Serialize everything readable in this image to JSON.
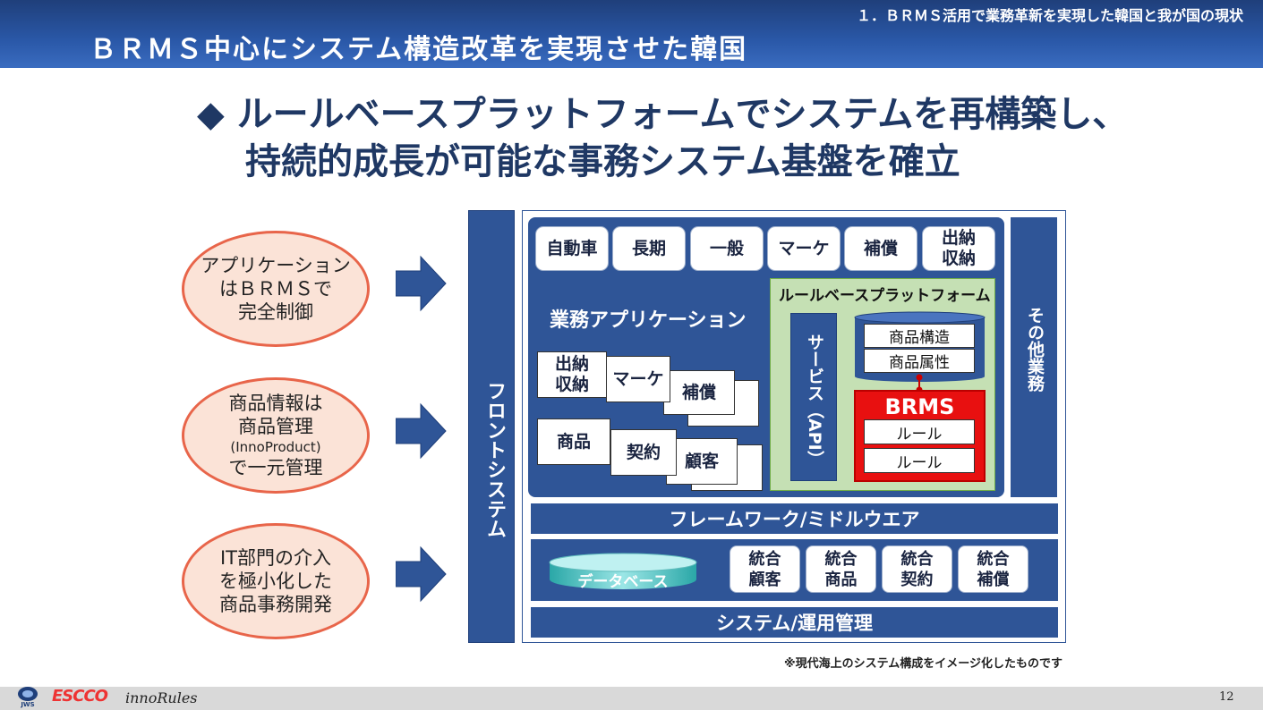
{
  "header": {
    "section": "１．ＢＲＭＳ活用で業務革新を実現した韓国と我が国の現状",
    "title": "ＢＲＭＳ中心にシステム構造改革を実現させた韓国"
  },
  "headline": {
    "line1": "◆ ルールベースプラットフォームでシステムを再構築し、",
    "line2": "持続的成長が可能な事務システム基盤を確立"
  },
  "bubbles": [
    {
      "lines": [
        "アプリケーション",
        "はＢＲＭＳで",
        "完全制御"
      ]
    },
    {
      "lines": [
        "商品情報は",
        "商品管理",
        "(InnoProduct)",
        "で一元管理"
      ]
    },
    {
      "lines": [
        "IT部門の介入",
        "を極小化した",
        "商品事務開発"
      ]
    }
  ],
  "diagram": {
    "front_system": "フロントシステム",
    "other_business": "その他業務",
    "top_tiles": [
      {
        "lines": [
          "自動車"
        ]
      },
      {
        "lines": [
          "長期"
        ]
      },
      {
        "lines": [
          "一般"
        ]
      },
      {
        "lines": [
          "マーケ"
        ]
      },
      {
        "lines": [
          "補償"
        ]
      },
      {
        "lines": [
          "出納",
          "収納"
        ]
      }
    ],
    "business_app_label": "業務アプリケーション",
    "app_cards": [
      {
        "lines": [
          "出納",
          "収納"
        ]
      },
      {
        "lines": [
          "マーケ"
        ]
      },
      {
        "lines": [
          "補償"
        ]
      },
      {
        "lines": [
          "商品"
        ]
      },
      {
        "lines": [
          "契約"
        ]
      },
      {
        "lines": [
          "顧客"
        ]
      }
    ],
    "platform": {
      "title": "ルールベースプラットフォーム",
      "service": "サービス（API）",
      "db_items": [
        "商品構造",
        "商品属性"
      ],
      "brms_title": "BRMS",
      "rules": [
        "ルール",
        "ルール"
      ]
    },
    "framework": "フレームワーク/ミドルウエア",
    "database": {
      "label": "データベース",
      "tiles": [
        {
          "lines": [
            "統合",
            "顧客"
          ]
        },
        {
          "lines": [
            "統合",
            "商品"
          ]
        },
        {
          "lines": [
            "統合",
            "契約"
          ]
        },
        {
          "lines": [
            "統合",
            "補償"
          ]
        }
      ]
    },
    "operations": "システム/運用管理"
  },
  "note": "※現代海上のシステム構成をイメージ化したものです",
  "footer": {
    "logos": [
      "JWS",
      "ESCCO",
      "innoRules"
    ],
    "page_number": "12"
  },
  "colors": {
    "dark_blue": "#2f5597",
    "title_navy": "#1f3864",
    "bubble_fill": "#fbe3d7",
    "bubble_border": "#e8654a",
    "platform_green": "#c5e0b4",
    "brms_red": "#e81010"
  }
}
